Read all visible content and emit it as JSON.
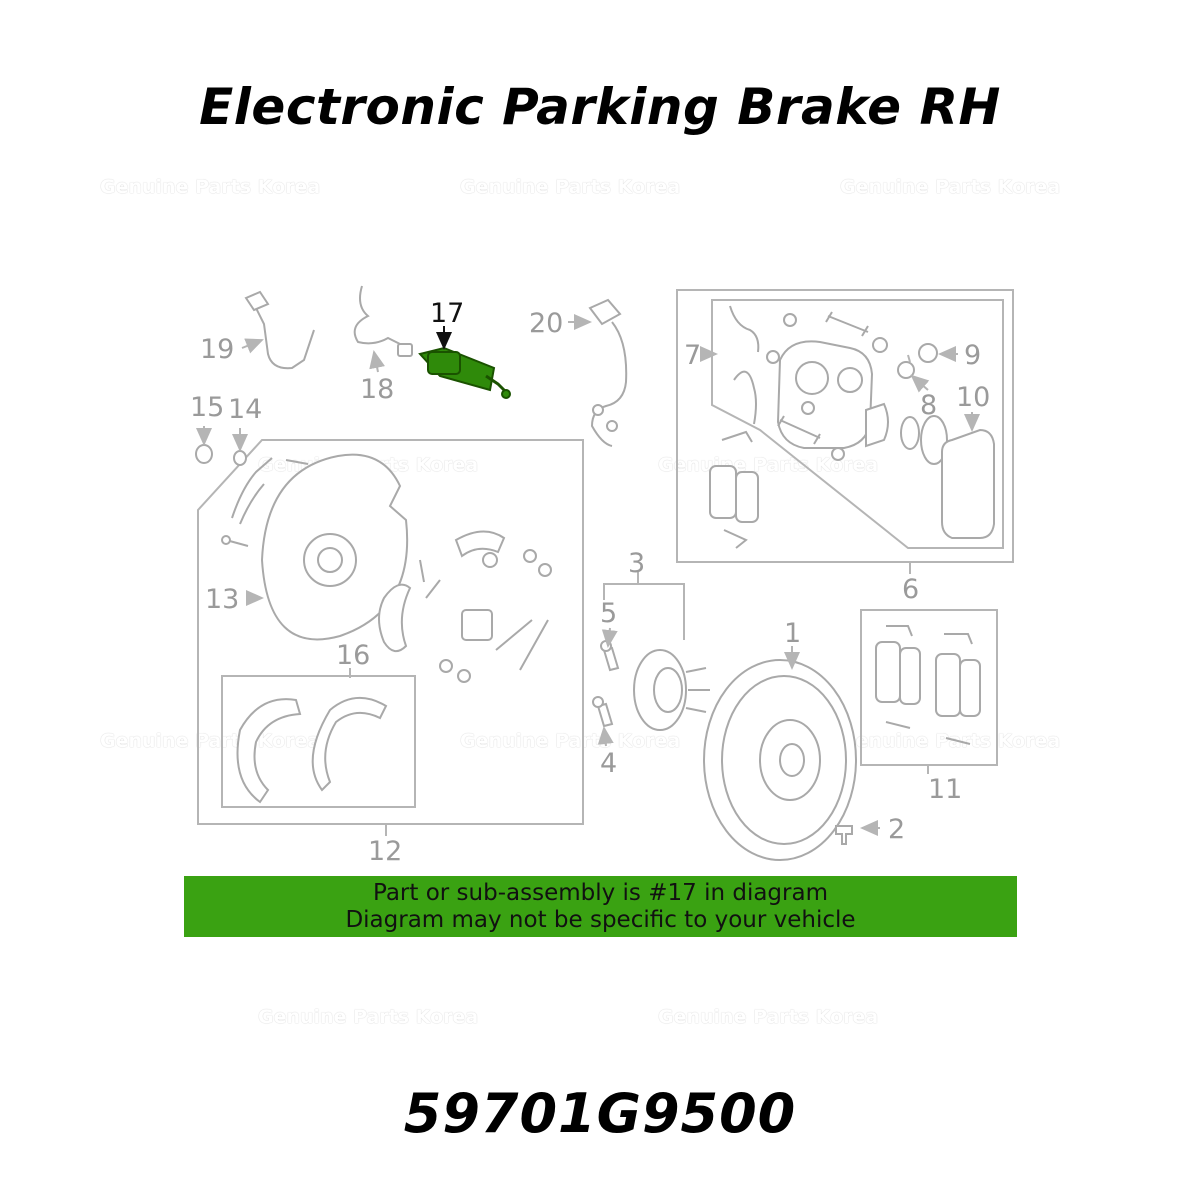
{
  "title": "Electronic Parking Brake RH",
  "part_number": "59701G9500",
  "banner": {
    "line1": "Part or sub-assembly is #17 in diagram",
    "line2": "Diagram may not be specific to your vehicle",
    "color": "#3aa212"
  },
  "watermark": "Genuine Parts Korea",
  "highlight_color": "#2f8a0a",
  "callouts": {
    "c1": "1",
    "c2": "2",
    "c3": "3",
    "c4": "4",
    "c5": "5",
    "c6": "6",
    "c7": "7",
    "c8": "8",
    "c9": "9",
    "c10": "10",
    "c11": "11",
    "c12": "12",
    "c13": "13",
    "c14": "14",
    "c15": "15",
    "c16": "16",
    "c17": "17",
    "c18": "18",
    "c19": "19",
    "c20": "20"
  }
}
